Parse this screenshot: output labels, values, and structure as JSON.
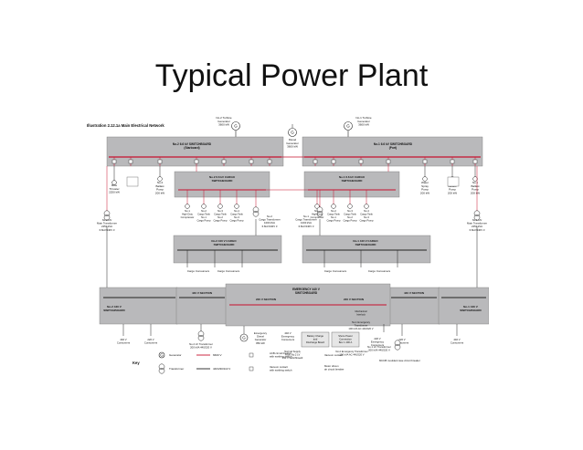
{
  "slide": {
    "title": "Typical Power Plant"
  },
  "diagram": {
    "illustration_title": "Illustration 2.12.1a Main Electrical Network",
    "colors": {
      "bus": "#c8102e",
      "board": "#b9b9bb",
      "line": "#222222",
      "hv": "#c8102e"
    },
    "generators": {
      "tg2": [
        "No.2 Turbine",
        "Generator",
        "3600 kW"
      ],
      "tg1": [
        "No.1 Turbine",
        "Generator",
        "3600 kW"
      ],
      "diesel": [
        "Diesel",
        "Generator",
        "3600 kW"
      ]
    },
    "hv_switchboards": {
      "stbd": [
        "No.2 6.6 kV SWITCHBOARD",
        "(Starboard)"
      ],
      "port": [
        "No.1 6.6 kV SWITCHBOARD",
        "(Port)"
      ]
    },
    "cargo_hv": {
      "stbd": [
        "No.2 6.6 kV CARGO",
        "SWITCHBOARD"
      ],
      "port": [
        "No.1 6.6 kV CARGO",
        "SWITCHBOARD"
      ]
    },
    "lv_cargo": {
      "stbd": [
        "No.2 440 V CARGO",
        "SWITCHBOARD"
      ],
      "port": [
        "No.1 440 V CARGO",
        "SWITCHBOARD"
      ]
    },
    "emergency": [
      "EMERGENCY 440 V",
      "SWITCHBOARD"
    ],
    "sections": {
      "left_440": [
        "No.2 440 V",
        "SWITCHBOARD"
      ],
      "right_440": [
        "No.1 440 V",
        "SWITCHBOARD"
      ],
      "sec_a": "440 V SECTION",
      "sec_b": "220 V SECTION",
      "sec_c": "220 V SECTION",
      "sec_d": "440 V SECTION"
    },
    "left_loads": {
      "bow": [
        "Bow",
        "Thruster",
        "2250 kW"
      ],
      "ballast2": [
        "No.2",
        "Ballast",
        "Pump",
        "200 kW"
      ]
    },
    "right_loads": {
      "seawater": [
        "Water",
        "Spray",
        "Pump",
        "200 kW"
      ],
      "ballast1": [
        "No.1",
        "Ballast",
        "Pump",
        "200 kW"
      ],
      "boil": [
        "No.1",
        "Ballast",
        "Pump",
        "200 kW"
      ]
    },
    "transformers": {
      "main2": [
        "No.2 HV",
        "Main Transformer",
        "2250 kVA",
        "6.6kV/440V 3"
      ],
      "main1": [
        "No.1 HV",
        "Main Transformer",
        "2250 kVA",
        "6.6kV/440V 3"
      ],
      "cargo2": [
        "No.2",
        "Cargo Transformer",
        "1000 kVA",
        "6.6kV/440V 3"
      ],
      "cargo1": [
        "No.1",
        "Cargo Transformer",
        "1000 kVA",
        "6.6kV/440V 3"
      ]
    },
    "compressors": {
      "c1": [
        "No.1",
        "High Duty",
        "Compressor"
      ],
      "c2": [
        "No.2",
        "Cargo Tank",
        "No.1",
        "Cargo Pump"
      ],
      "c3": [
        "No.3",
        "Cargo Tank",
        "No.2",
        "Cargo Pump"
      ],
      "c4": [
        "No.4",
        "Cargo Tank",
        "No.3",
        "Cargo Pump"
      ],
      "c5": [
        "No.1",
        "High Duty",
        "Compressor"
      ],
      "c6": [
        "No.2",
        "Cargo Tank",
        "No.1",
        "Cargo Pump"
      ],
      "c7": [
        "No.3",
        "Cargo Tank",
        "No.2",
        "Cargo Pump"
      ],
      "c8": [
        "No.4",
        "Cargo Tank",
        "No.3",
        "Cargo Pump"
      ]
    },
    "consumers": {
      "cargo_left_a": "Cargo Consumers",
      "cargo_left_b": "Cargo Consumers",
      "cargo_right_a": "Cargo Consumers",
      "cargo_right_b": "Cargo Consumers",
      "lv440_left": [
        "440 V",
        "Consumers"
      ],
      "lv220_left": [
        "220 V",
        "Consumers"
      ],
      "lv440_right": [
        "440 V",
        "Consumers"
      ],
      "lv220_right": [
        "220 V",
        "Consumers"
      ],
      "em_gen": [
        "Emergency",
        "Diesel",
        "Generator",
        "850 kW"
      ],
      "em_440": [
        "440 V",
        "Emergency",
        "Consumers"
      ],
      "em_220": [
        "220 V",
        "Emergency",
        "Consumers"
      ],
      "battery": [
        "Battery Charge",
        "and",
        "Discharge Board"
      ],
      "ship_pwr": [
        "Shore Power",
        "Connection",
        "Box 1 400 A"
      ],
      "lv_tr_left": [
        "No.2 LV Transformer",
        "200 kVA 440/220 V"
      ],
      "lv_tr_right": [
        "No.1 LV Transformer",
        "200 kVA 440/220 V"
      ],
      "em_tr": [
        "No.1 Emergency",
        "Transformer",
        "100 kVA AC 440/220 V"
      ],
      "em_tr2": [
        "No.2 Emergency Transformer",
        "100 kVA AC 440/220 V"
      ],
      "shore": [
        "Normal Supply",
        "From No.2 LV",
        "440 V Switchboard"
      ],
      "mechanical": [
        "Mechanical",
        "Interlock"
      ]
    },
    "legend": {
      "key": "Key",
      "generator": "Generator",
      "transformer": "Transformer",
      "hv": "6600 V",
      "lv": "440/230/110 V",
      "acb": "ACB circuit breaker",
      "acb_with": "with earthing switch",
      "vcb": "Vacuum contact",
      "vcb_with": "with earthing switch",
      "mccb": "MCCB moulded case circuit breaker",
      "vacuum": "Vacuum contact",
      "motor": "Motor driven",
      "motor2": "air circuit breaker"
    }
  }
}
